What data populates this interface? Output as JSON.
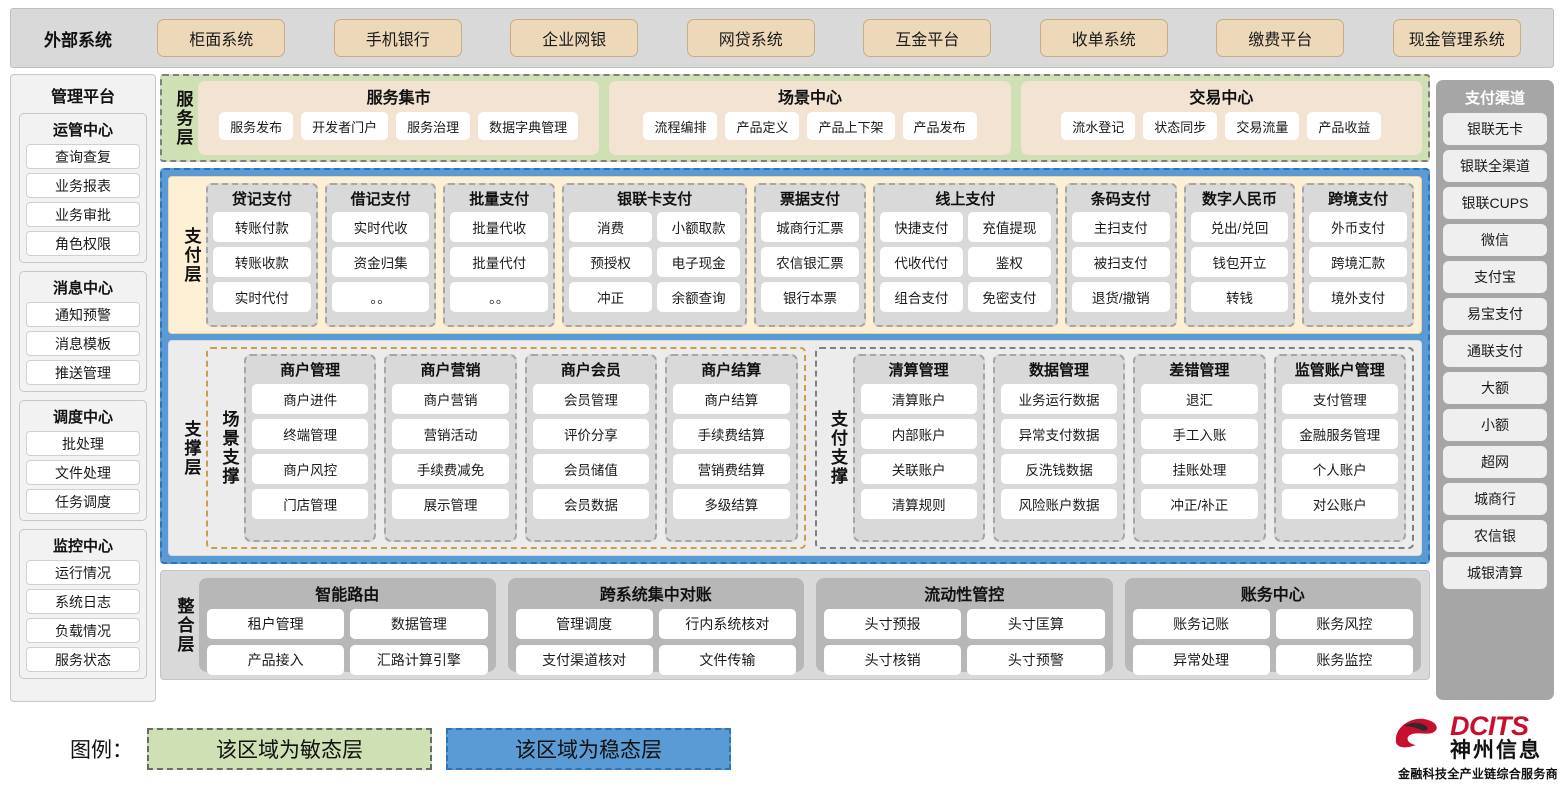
{
  "external_systems": {
    "title": "外部系统",
    "items": [
      "柜面系统",
      "手机银行",
      "企业网银",
      "网贷系统",
      "互金平台",
      "收单系统",
      "缴费平台",
      "现金管理系统"
    ]
  },
  "management_platform": {
    "title": "管理平台",
    "groups": [
      {
        "title": "运管中心",
        "items": [
          "查询查复",
          "业务报表",
          "业务审批",
          "角色权限"
        ]
      },
      {
        "title": "消息中心",
        "items": [
          "通知预警",
          "消息模板",
          "推送管理"
        ]
      },
      {
        "title": "调度中心",
        "items": [
          "批处理",
          "文件处理",
          "任务调度"
        ]
      },
      {
        "title": "监控中心",
        "items": [
          "运行情况",
          "系统日志",
          "负载情况",
          "服务状态"
        ]
      }
    ]
  },
  "payment_channels": {
    "title": "支付渠道",
    "items": [
      "银联无卡",
      "银联全渠道",
      "银联CUPS",
      "微信",
      "支付宝",
      "易宝支付",
      "通联支付",
      "大额",
      "小额",
      "超网",
      "城商行",
      "农信银",
      "城银清算"
    ]
  },
  "service_layer": {
    "label": "服务层",
    "groups": [
      {
        "title": "服务集市",
        "items": [
          "服务发布",
          "开发者门户",
          "服务治理",
          "数据字典管理"
        ]
      },
      {
        "title": "场景中心",
        "items": [
          "流程编排",
          "产品定义",
          "产品上下架",
          "产品发布"
        ]
      },
      {
        "title": "交易中心",
        "items": [
          "流水登记",
          "状态同步",
          "交易流量",
          "产品收益"
        ]
      }
    ]
  },
  "payment_layer": {
    "label": "支付层",
    "groups": [
      {
        "title": "贷记支付",
        "columns": 1,
        "items": [
          "转账付款",
          "转账收款",
          "实时代付"
        ]
      },
      {
        "title": "借记支付",
        "columns": 1,
        "items": [
          "实时代收",
          "资金归集",
          "。。"
        ]
      },
      {
        "title": "批量支付",
        "columns": 1,
        "items": [
          "批量代收",
          "批量代付",
          "。。"
        ]
      },
      {
        "title": "银联卡支付",
        "columns": 2,
        "items": [
          "消费",
          "小额取款",
          "预授权",
          "电子现金",
          "冲正",
          "余额查询"
        ]
      },
      {
        "title": "票据支付",
        "columns": 1,
        "items": [
          "城商行汇票",
          "农信银汇票",
          "银行本票"
        ]
      },
      {
        "title": "线上支付",
        "columns": 2,
        "items": [
          "快捷支付",
          "充值提现",
          "代收代付",
          "鉴权",
          "组合支付",
          "免密支付"
        ]
      },
      {
        "title": "条码支付",
        "columns": 1,
        "items": [
          "主扫支付",
          "被扫支付",
          "退货/撤销"
        ]
      },
      {
        "title": "数字人民币",
        "columns": 1,
        "items": [
          "兑出/兑回",
          "钱包开立",
          "转钱"
        ]
      },
      {
        "title": "跨境支付",
        "columns": 1,
        "items": [
          "外币支付",
          "跨境汇款",
          "境外支付"
        ]
      }
    ]
  },
  "support_layer": {
    "label": "支撑层",
    "sections": [
      {
        "label": "场景支撑",
        "groups": [
          {
            "title": "商户管理",
            "items": [
              "商户进件",
              "终端管理",
              "商户风控",
              "门店管理"
            ]
          },
          {
            "title": "商户营销",
            "items": [
              "商户营销",
              "营销活动",
              "手续费减免",
              "展示管理"
            ]
          },
          {
            "title": "商户会员",
            "items": [
              "会员管理",
              "评价分享",
              "会员储值",
              "会员数据"
            ]
          },
          {
            "title": "商户结算",
            "items": [
              "商户结算",
              "手续费结算",
              "营销费结算",
              "多级结算"
            ]
          }
        ]
      },
      {
        "label": "支付支撑",
        "groups": [
          {
            "title": "清算管理",
            "items": [
              "清算账户",
              "内部账户",
              "关联账户",
              "清算规则"
            ]
          },
          {
            "title": "数据管理",
            "items": [
              "业务运行数据",
              "异常支付数据",
              "反洗钱数据",
              "风险账户数据"
            ]
          },
          {
            "title": "差错管理",
            "items": [
              "退汇",
              "手工入账",
              "挂账处理",
              "冲正/补正"
            ]
          },
          {
            "title": "监管账户管理",
            "items": [
              "支付管理",
              "金融服务管理",
              "个人账户",
              "对公账户"
            ]
          }
        ]
      }
    ]
  },
  "integration_layer": {
    "label": "整合层",
    "groups": [
      {
        "title": "智能路由",
        "items": [
          "租户管理",
          "数据管理",
          "产品接入",
          "汇路计算引擎"
        ]
      },
      {
        "title": "跨系统集中对账",
        "items": [
          "管理调度",
          "行内系统核对",
          "支付渠道核对",
          "文件传输"
        ]
      },
      {
        "title": "流动性管控",
        "items": [
          "头寸预报",
          "头寸匡算",
          "头寸核销",
          "头寸预警"
        ]
      },
      {
        "title": "账务中心",
        "items": [
          "账务记账",
          "账务风控",
          "异常处理",
          "账务监控"
        ]
      }
    ]
  },
  "legend": {
    "label": "图例：",
    "agile": "该区域为敏态层",
    "stable": "该区域为稳态层",
    "agile_color": "#cfe0b4",
    "stable_color": "#5b9bd5"
  },
  "logo": {
    "en": "DCITS",
    "cn": "神州信息",
    "tagline": "金融科技全产业链综合服务商",
    "color": "#c8102e"
  }
}
